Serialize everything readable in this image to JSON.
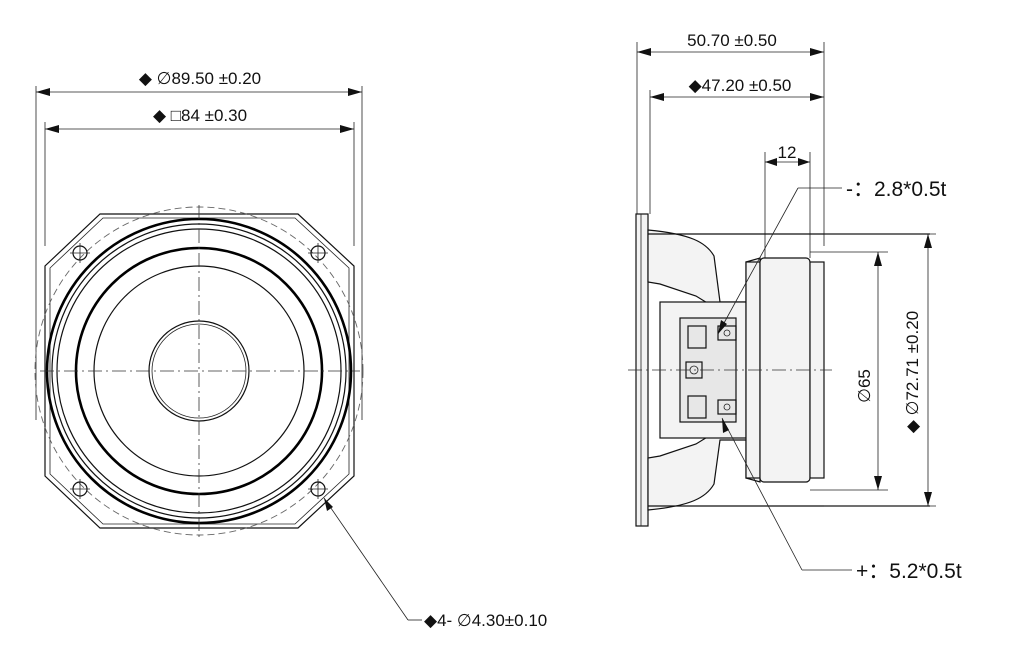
{
  "front_view": {
    "outer_diameter_label": "◆ ∅89.50 ±0.20",
    "square_label": "◆ □84 ±0.30",
    "mount_hole_label": "◆4- ∅4.30±0.10"
  },
  "side_view": {
    "overall_depth_label": "50.70 ±0.50",
    "depth_label": "◆47.20 ±0.50",
    "magnet_depth_label": "12",
    "negative_terminal_label": "-：2.8*0.5t",
    "positive_terminal_label": "+：5.2*0.5t",
    "magnet_diameter_label": "∅65",
    "frame_diameter_label": "◆ ∅72.71 ±0.20"
  }
}
